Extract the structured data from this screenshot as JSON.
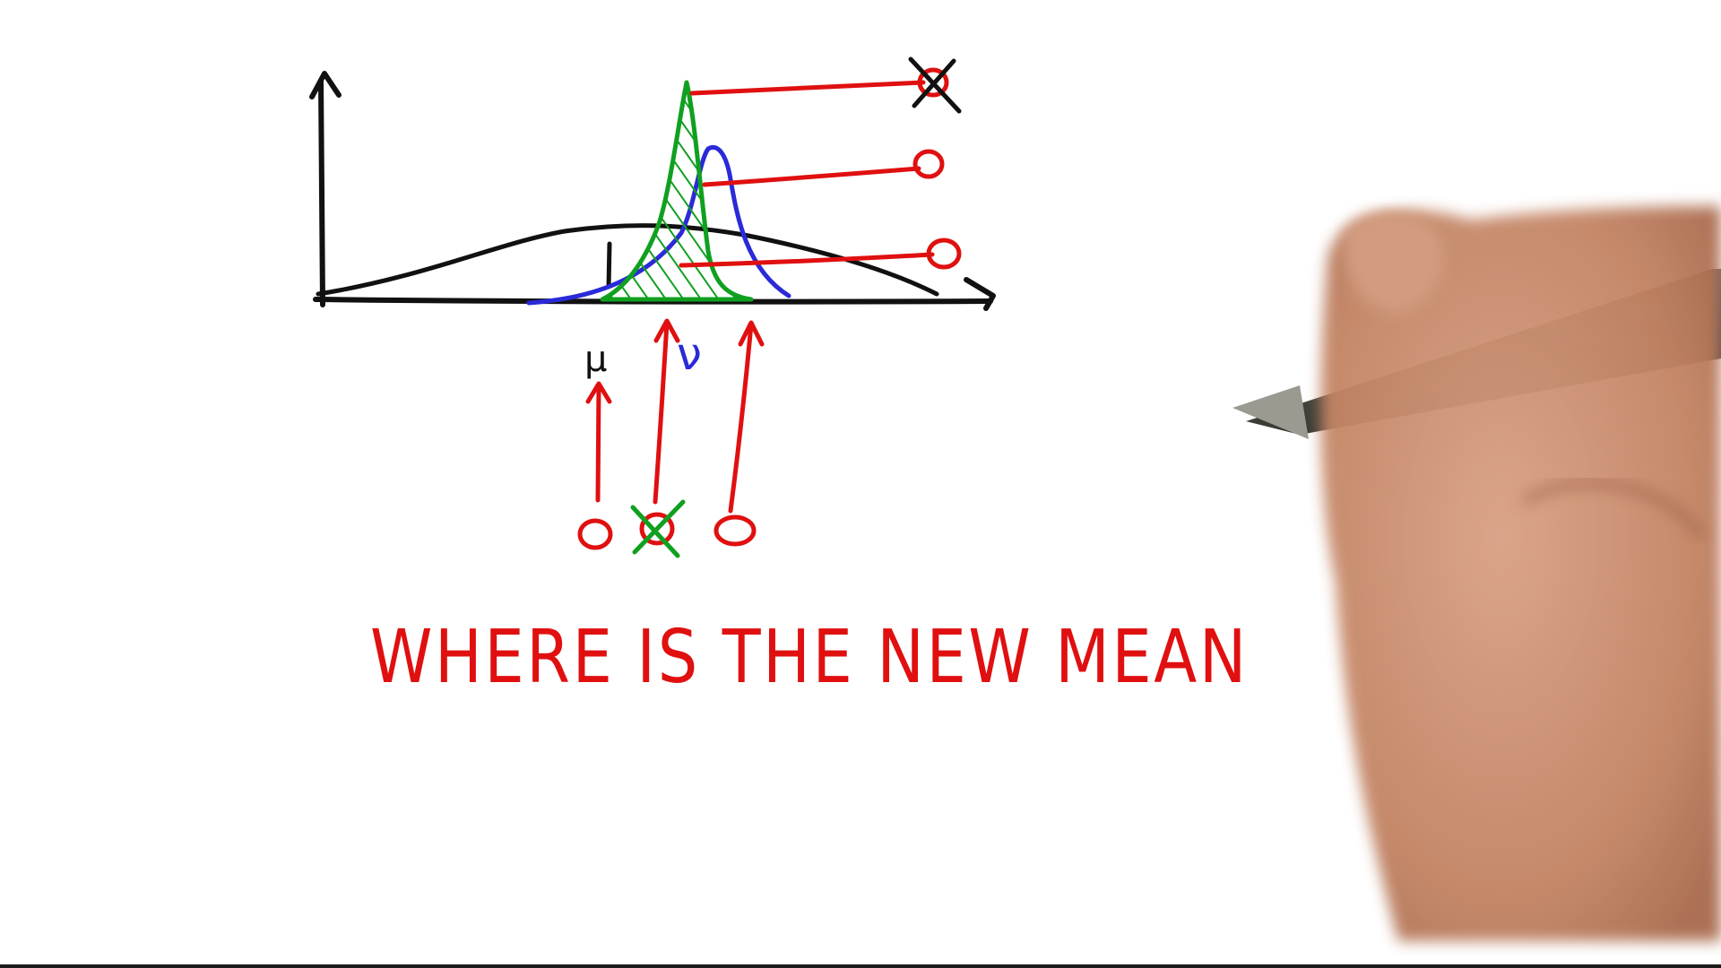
{
  "diagram": {
    "mean_label": "μ",
    "second_mean_label": "ν",
    "question": "WHERE IS THE NEW MEAN"
  },
  "colors": {
    "background": "#ffffff",
    "ink_black": "#111111",
    "ink_red": "#e01010",
    "ink_blue": "#2a2ad8",
    "ink_green": "#10a020",
    "skin": "#c98a6a",
    "pen": "#5a5a52",
    "bottom_bar": "#1c1c1c"
  },
  "icons": {
    "hand": "hand-holding-pen-icon",
    "cross": "x-mark-icon"
  }
}
